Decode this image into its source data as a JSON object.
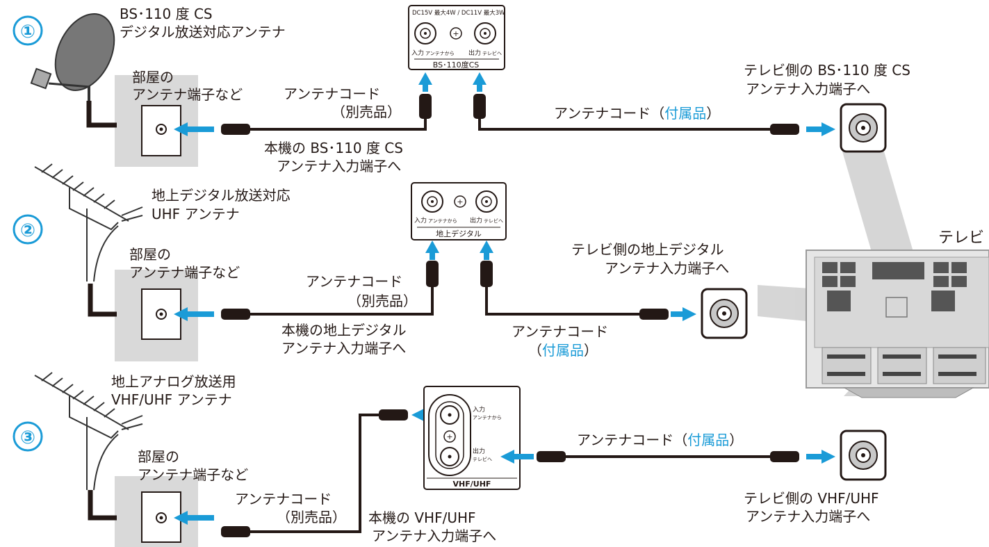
{
  "colors": {
    "accent": "#1a9bd7",
    "cable": "#231815",
    "wall": "#d9d9d9"
  },
  "rows": [
    {
      "number": "①",
      "antenna_name_line1": "BS･110 度 CS",
      "antenna_name_line2": "デジタル放送対応アンテナ",
      "room_line1": "部屋の",
      "room_line2": "アンテナ端子など",
      "cord_line1": "アンテナコード",
      "cord_line2": "（別売品）",
      "unit_line1": "本機の BS･110 度 CS",
      "unit_line2": "アンテナ入力端子へ",
      "tv_cord_prefix": "アンテナコード（",
      "tv_cord_accent": "付属品",
      "tv_cord_suffix": "）",
      "tv_line1": "テレビ側の BS･110 度 CS",
      "tv_line2": "アンテナ入力端子へ",
      "panel": {
        "spec": "DC15V 最大4W / DC11V 最大3W",
        "in_label": "入力",
        "in_sub": "アンテナから",
        "out_label": "出力",
        "out_sub": "テレビへ",
        "title": "BS･110度CS"
      }
    },
    {
      "number": "②",
      "antenna_name_line1": "地上デジタル放送対応",
      "antenna_name_line2": "UHF アンテナ",
      "room_line1": "部屋の",
      "room_line2": "アンテナ端子など",
      "cord_line1": "アンテナコード",
      "cord_line2": "（別売品）",
      "unit_line1": "本機の地上デジタル",
      "unit_line2": "アンテナ入力端子へ",
      "tv_cord_line1": "アンテナコード",
      "tv_cord_prefix": "（",
      "tv_cord_accent": "付属品",
      "tv_cord_suffix": "）",
      "tv_line1": "テレビ側の地上デジタル",
      "tv_line2": "アンテナ入力端子へ",
      "panel": {
        "in_label": "入力",
        "in_sub": "アンテナから",
        "out_label": "出力",
        "out_sub": "テレビへ",
        "title": "地上デジタル"
      }
    },
    {
      "number": "③",
      "antenna_name_line1": "地上アナログ放送用",
      "antenna_name_line2": "VHF/UHF アンテナ",
      "room_line1": "部屋の",
      "room_line2": "アンテナ端子など",
      "cord_line1": "アンテナコード",
      "cord_line2": "（別売品）",
      "unit_line1": "本機の VHF/UHF",
      "unit_line2": "アンテナ入力端子へ",
      "tv_cord_prefix": "アンテナコード（",
      "tv_cord_accent": "付属品",
      "tv_cord_suffix": "）",
      "tv_line1": "テレビ側の VHF/UHF",
      "tv_line2": "アンテナ入力端子へ",
      "panel": {
        "in_label": "入力",
        "in_sub": "アンテナから",
        "out_label": "出力",
        "out_sub": "テレビへ",
        "title": "VHF/UHF"
      }
    }
  ],
  "tv_label": "テレビ"
}
